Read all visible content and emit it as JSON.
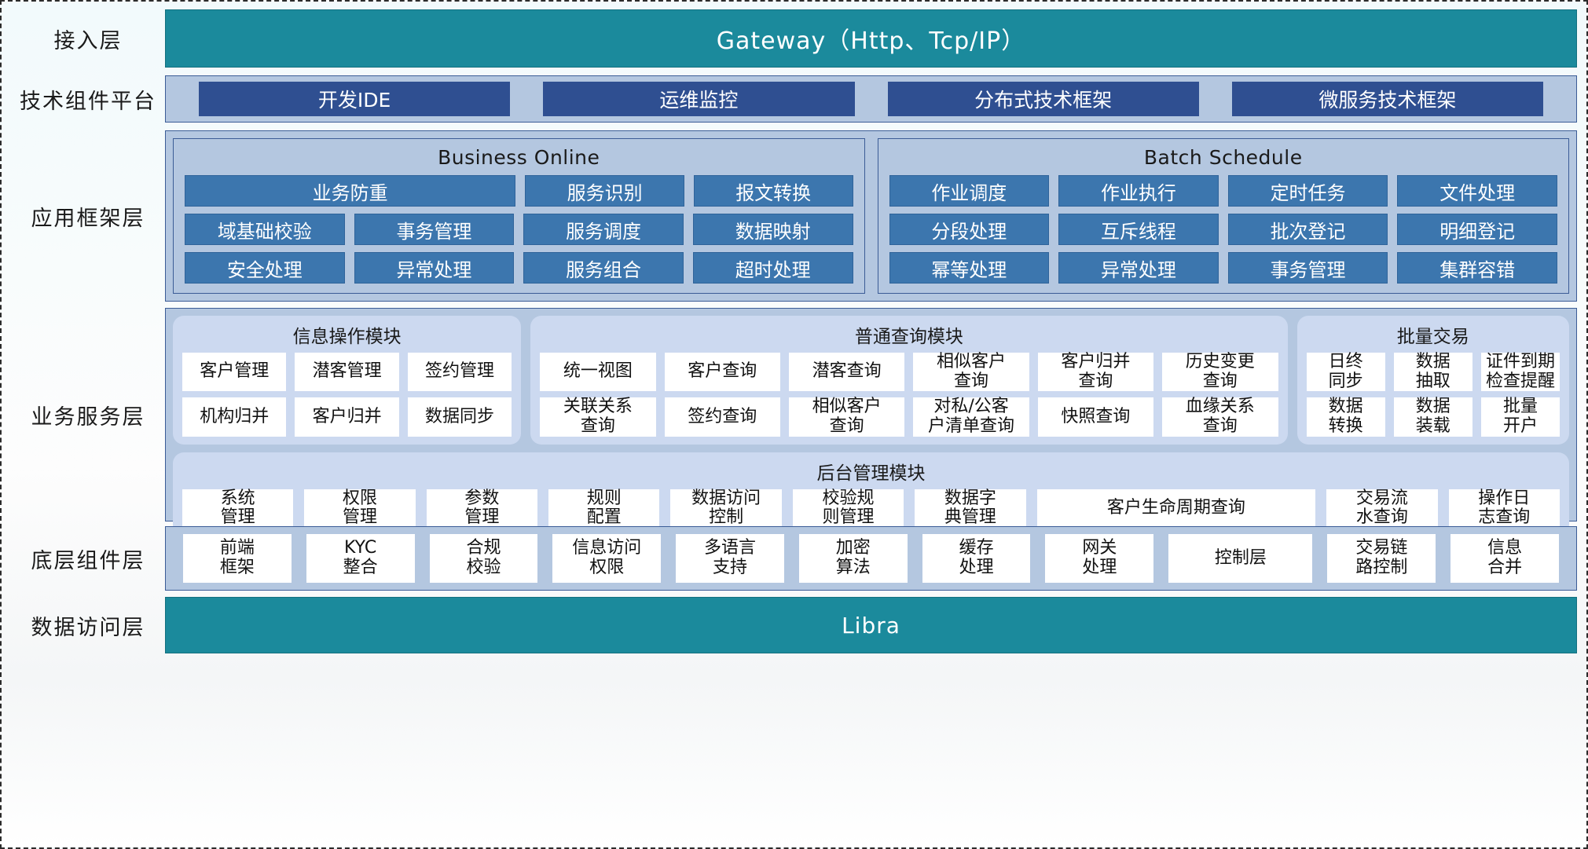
{
  "diagram": {
    "title": "customer-information-system-architecture"
  },
  "layers": [
    {
      "label": "接入层"
    },
    {
      "label": "技术组件平台"
    },
    {
      "label": "应用框架层"
    },
    {
      "label": "业务服务层"
    },
    {
      "label": "底层组件层"
    },
    {
      "label": "数据访问层"
    }
  ],
  "access_layer": {
    "title": "Gateway（Http、Tcp/IP）"
  },
  "tech_platform": {
    "items": [
      "开发IDE",
      "运维监控",
      "分布式技术框架",
      "微服务技术框架"
    ]
  },
  "app_framework": {
    "boxes": [
      {
        "title": "Business Online",
        "rows": [
          [
            "业务防重",
            "服务识别",
            "报文转换"
          ],
          [
            "域基础校验",
            "事务管理",
            "服务调度",
            "数据映射"
          ],
          [
            "安全处理",
            "异常处理",
            "服务组合",
            "超时处理"
          ]
        ]
      },
      {
        "title": "Batch Schedule",
        "rows": [
          [
            "作业调度",
            "作业执行",
            "定时任务",
            "文件处理"
          ],
          [
            "分段处理",
            "互斥线程",
            "批次登记",
            "明细登记"
          ],
          [
            "幂等处理",
            "异常处理",
            "事务管理",
            "集群容错"
          ]
        ]
      }
    ]
  },
  "business_service": {
    "modules": [
      {
        "title": "信息操作模块",
        "rows": [
          [
            "客户管理",
            "潜客管理",
            "签约管理"
          ],
          [
            "机构归并",
            "客户归并",
            "数据同步"
          ]
        ]
      },
      {
        "title": "普通查询模块",
        "rows": [
          [
            "统一视图",
            "客户查询",
            "潜客查询",
            "相似客户\n查询",
            "客户归并\n查询",
            "历史变更\n查询"
          ],
          [
            "关联关系\n查询",
            "签约查询",
            "相似客户\n查询",
            "对私/公客\n户清单查询",
            "快照查询",
            "血缘关系\n查询"
          ]
        ]
      },
      {
        "title": "批量交易",
        "rows": [
          [
            "日终\n同步",
            "数据\n抽取",
            "证件到期\n检查提醒"
          ],
          [
            "数据\n转换",
            "数据\n装载",
            "批量\n开户"
          ]
        ]
      }
    ],
    "backend_module": {
      "title": "后台管理模块",
      "items": [
        "系统\n管理",
        "权限\n管理",
        "参数\n管理",
        "规则\n配置",
        "数据访问\n控制",
        "校验规\n则管理",
        "数据字\n典管理",
        "客户生命周期查询",
        "交易流\n水查询",
        "操作日\n志查询"
      ],
      "wide_index": 7
    }
  },
  "bottom_components": {
    "items": [
      "前端\n框架",
      "KYC\n整合",
      "合规\n校验",
      "信息访问\n权限",
      "多语言\n支持",
      "加密\n算法",
      "缓存\n处理",
      "网关\n处理",
      "控制层",
      "交易链\n路控制",
      "信息\n合并"
    ],
    "wide_index": 8
  },
  "data_access_layer": {
    "title": "Libra"
  },
  "colors": {
    "teal": "#1b8a9c",
    "band": "#b4c7e0",
    "dark_chip": "#2f4f91",
    "blue_chip": "#3c76ae",
    "module_bg": "#ccd9f0",
    "white_chip": "#ffffff",
    "border": "#3b5c96"
  }
}
